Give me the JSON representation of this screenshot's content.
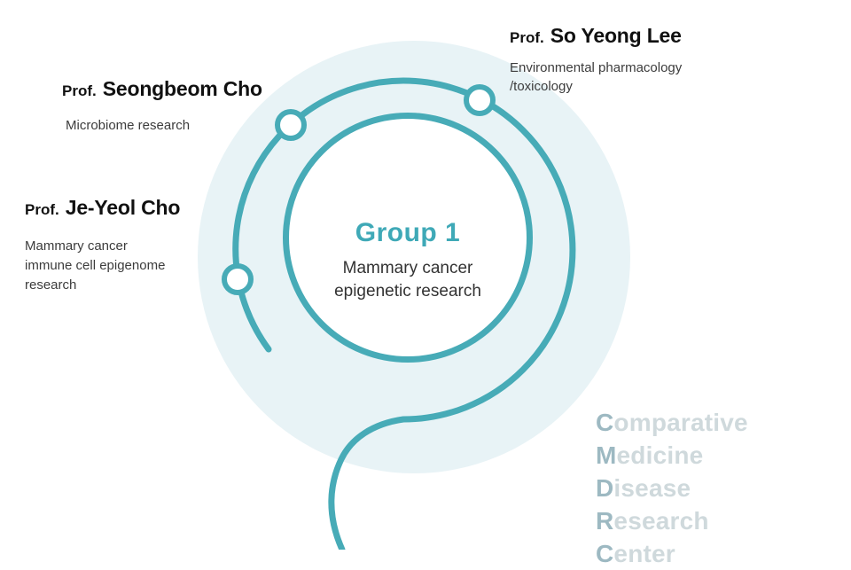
{
  "colors": {
    "teal": "#47abb7",
    "halo": "#e8f3f6",
    "title_teal": "#3fa9b7",
    "heading_text": "#111111",
    "desc_text": "#3c3c3c",
    "subtitle_text": "#333333",
    "watermark_cap": "#9db9c2",
    "watermark_rest": "#cfd9dc"
  },
  "group": {
    "title": "Group 1",
    "subtitle": "Mammary cancer\nepigenetic research"
  },
  "professors": [
    {
      "prefix": "Prof.",
      "name": "Seongbeom Cho",
      "desc": "Microbiome research"
    },
    {
      "prefix": "Prof.",
      "name": "So Yeong Lee",
      "desc": "Environmental pharmacology\n/toxicology"
    },
    {
      "prefix": "Prof.",
      "name": "Je-Yeol Cho",
      "desc": "Mammary cancer\nimmune cell epigenome\nresearch"
    }
  ],
  "watermark": {
    "lines": [
      [
        "C",
        "omparative ",
        "M",
        "edicine"
      ],
      [
        "D",
        "isease"
      ],
      [
        "R",
        "esearch"
      ],
      [
        "C",
        "enter"
      ]
    ]
  }
}
